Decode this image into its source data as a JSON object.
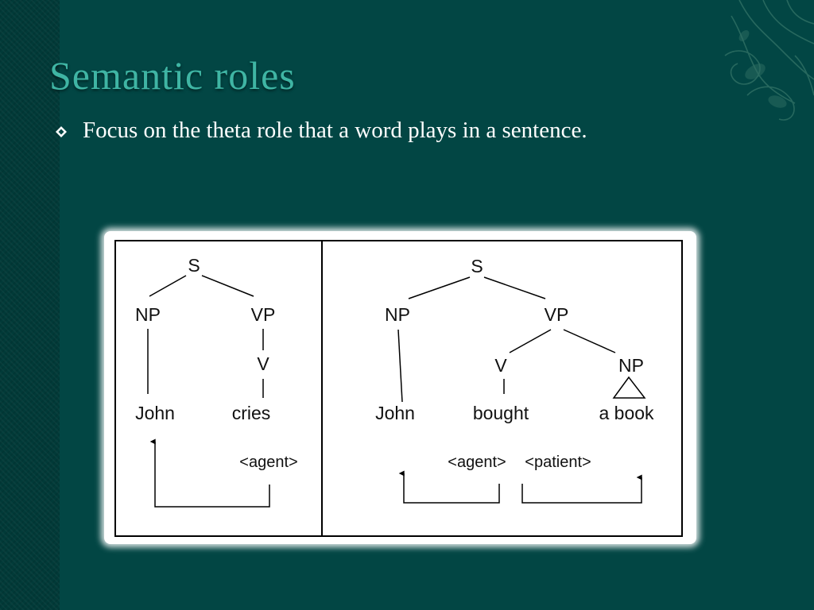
{
  "slide": {
    "title": "Semantic roles",
    "bullets": [
      "Focus on the theta role that a word plays in a sentence."
    ]
  },
  "diagram": {
    "left_tree": {
      "root": "S",
      "subject_phrase": "NP",
      "verb_phrase": "VP",
      "verb": "V",
      "subject": "John",
      "verb_word": "cries",
      "role_label": "<agent>"
    },
    "right_tree": {
      "root": "S",
      "subject_phrase": "NP",
      "verb_phrase": "VP",
      "verb": "V",
      "object_phrase": "NP",
      "subject": "John",
      "verb_word": "bought",
      "object": "a book",
      "role_agent": "<agent>",
      "role_patient": "<patient>"
    }
  },
  "colors": {
    "background": "#024644",
    "title": "#3fb5a4",
    "text": "#ffffff"
  }
}
